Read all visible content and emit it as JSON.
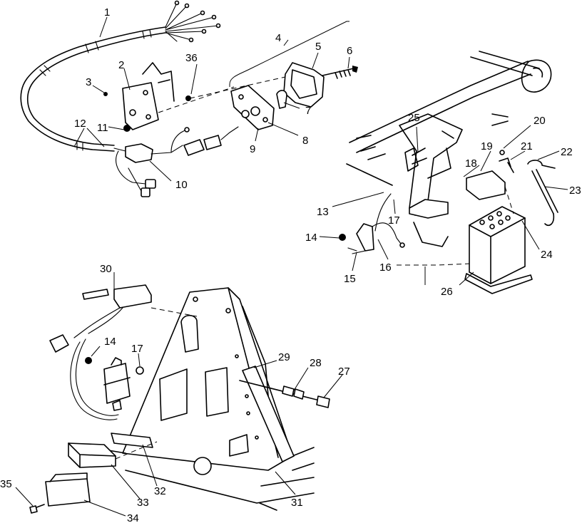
{
  "callouts": {
    "c1": "1",
    "c2": "2",
    "c3": "3",
    "c4": "4",
    "c5": "5",
    "c6": "6",
    "c7": "7",
    "c8": "8",
    "c9": "9",
    "c10": "10",
    "c11": "11",
    "c12": "12",
    "c13": "13",
    "c14a": "14",
    "c14b": "14",
    "c15": "15",
    "c16": "16",
    "c17a": "17",
    "c17b": "17",
    "c18": "18",
    "c19": "19",
    "c20": "20",
    "c21": "21",
    "c22": "22",
    "c23": "23",
    "c24": "24",
    "c25": "25",
    "c26": "26",
    "c27": "27",
    "c28": "28",
    "c29": "29",
    "c30": "30",
    "c31": "31",
    "c32": "32",
    "c33": "33",
    "c34": "34",
    "c35": "35",
    "c36": "36"
  }
}
